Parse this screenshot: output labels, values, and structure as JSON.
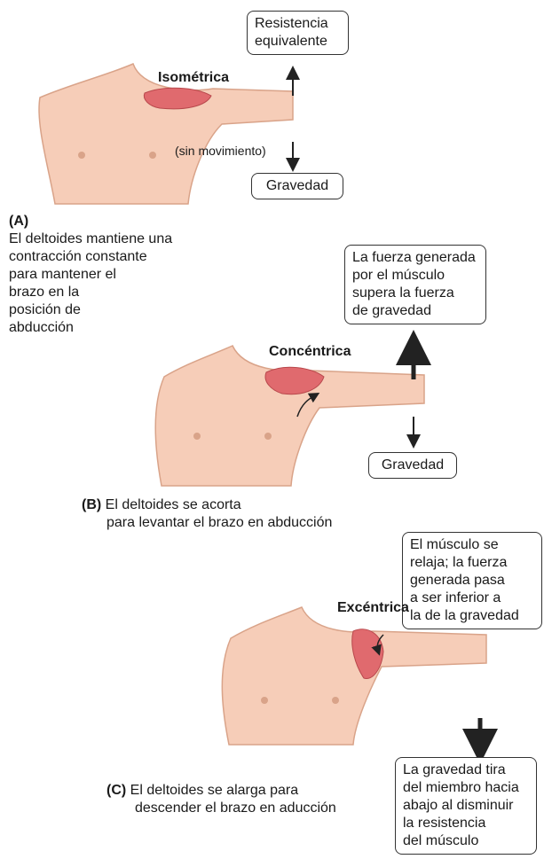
{
  "panel_a": {
    "title": "Isométrica",
    "top_box": [
      "Resistencia",
      "equivalente"
    ],
    "no_motion": "(sin movimiento)",
    "bottom_box": "Gravedad",
    "letter": "(A)",
    "caption": [
      "El deltoides mantiene una",
      "contracción constante",
      "para mantener el",
      "brazo en la",
      "posición de",
      "abducción"
    ]
  },
  "panel_b": {
    "title": "Concéntrica",
    "top_box": [
      "La fuerza generada",
      "por el músculo",
      "supera la fuerza",
      "de gravedad"
    ],
    "bottom_box": "Gravedad",
    "letter": "(B)",
    "caption": [
      "El deltoides se acorta",
      "para levantar el brazo en abducción"
    ]
  },
  "panel_c": {
    "title": "Excéntrica",
    "top_box": [
      "El músculo se",
      "relaja; la fuerza",
      "generada pasa",
      "a ser inferior a",
      "la de la gravedad"
    ],
    "bottom_box": [
      "La gravedad tira",
      "del miembro hacia",
      "abajo al disminuir",
      "la resistencia",
      "del músculo"
    ],
    "letter": "(C)",
    "caption": [
      "El deltoides se alarga para",
      "descender el brazo en aducción"
    ]
  },
  "colors": {
    "skin": "#f6cdb8",
    "skin_edge": "#d9a389",
    "muscle": "#e06a6e",
    "outline": "#333333"
  }
}
